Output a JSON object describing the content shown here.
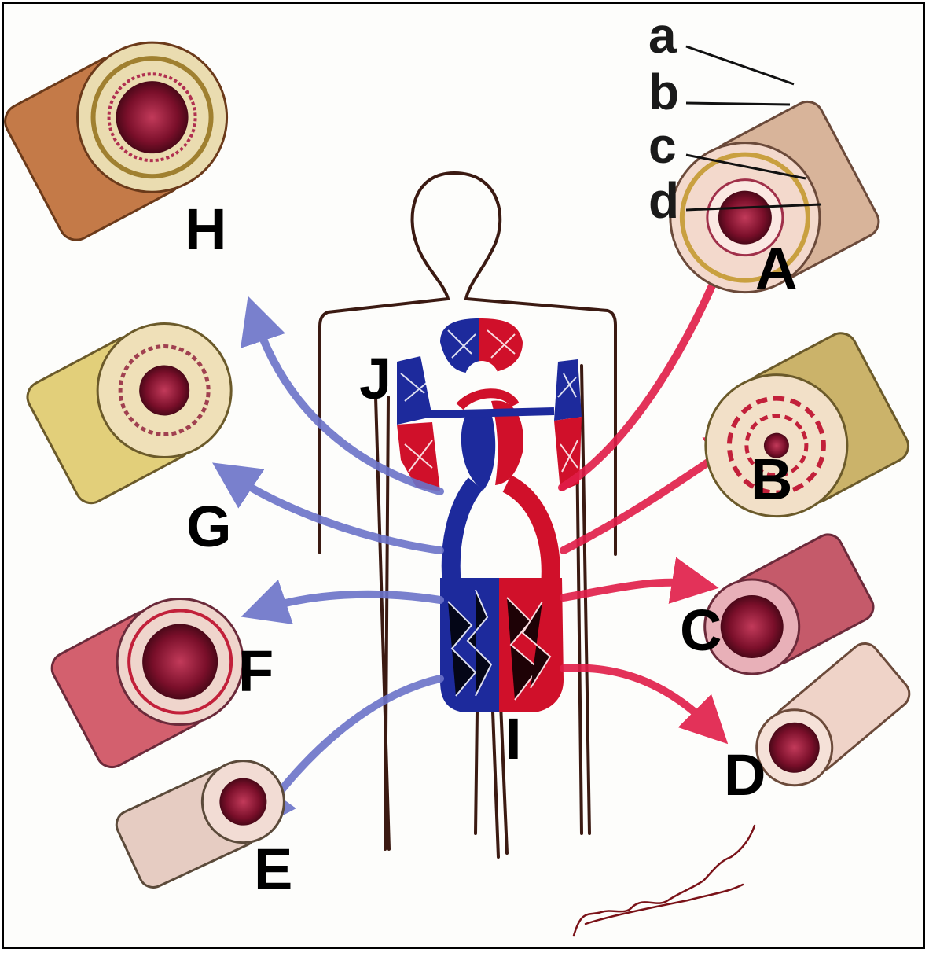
{
  "labels": {
    "A": "A",
    "B": "B",
    "C": "C",
    "D": "D",
    "E": "E",
    "F": "F",
    "G": "G",
    "H": "H",
    "I": "I",
    "J": "J"
  },
  "layer_labels": {
    "a": "a",
    "b": "b",
    "c": "c",
    "d": "d"
  },
  "signature": "Signature",
  "colors": {
    "artery_red": "#e11d48",
    "vein_blue": "#6b73c9",
    "heart_red": "#d0102a",
    "heart_blue": "#1d2a9c",
    "outline": "#3b1a12",
    "lumen": "#8a1030"
  },
  "icons": [
    "body-outline-icon",
    "heart-icon",
    "artery-cross-section-icon",
    "vein-cross-section-icon",
    "capillary-icon"
  ]
}
